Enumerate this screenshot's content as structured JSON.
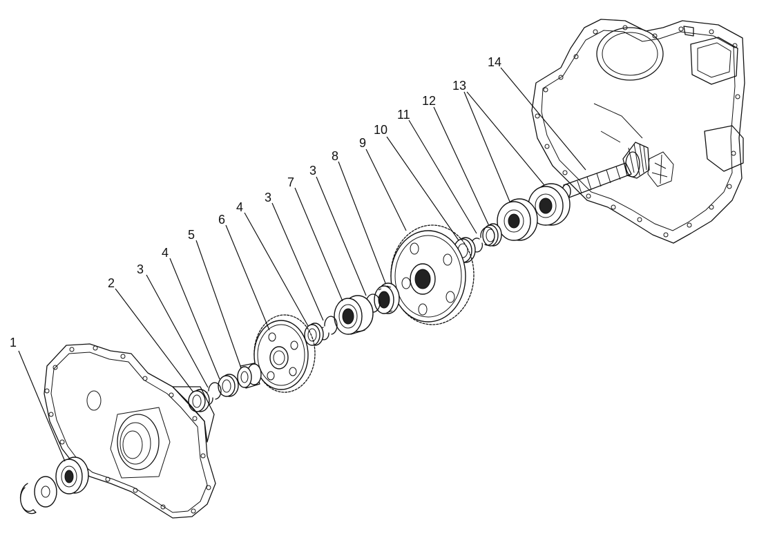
{
  "callouts": [
    {
      "id": "c1",
      "text": "1"
    },
    {
      "id": "c2",
      "text": "2"
    },
    {
      "id": "c3a",
      "text": "3"
    },
    {
      "id": "c4a",
      "text": "4"
    },
    {
      "id": "c5",
      "text": "5"
    },
    {
      "id": "c6",
      "text": "6"
    },
    {
      "id": "c4b",
      "text": "4"
    },
    {
      "id": "c3b",
      "text": "3"
    },
    {
      "id": "c7",
      "text": "7"
    },
    {
      "id": "c3c",
      "text": "3"
    },
    {
      "id": "c8",
      "text": "8"
    },
    {
      "id": "c9",
      "text": "9"
    },
    {
      "id": "c10",
      "text": "10"
    },
    {
      "id": "c11",
      "text": "11"
    },
    {
      "id": "c12",
      "text": "12"
    },
    {
      "id": "c13",
      "text": "13"
    },
    {
      "id": "c14",
      "text": "14"
    }
  ]
}
